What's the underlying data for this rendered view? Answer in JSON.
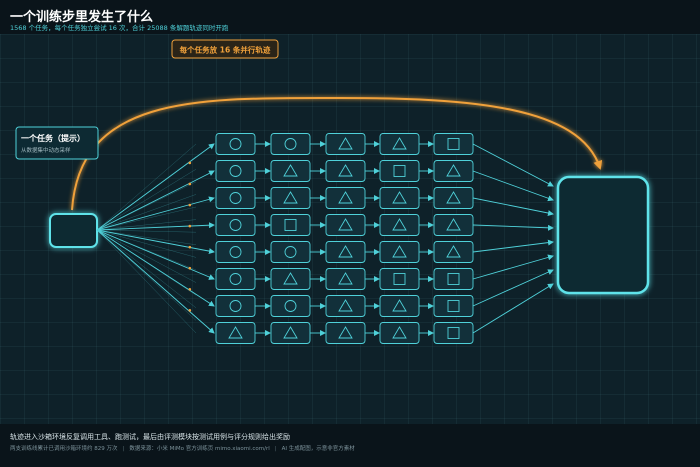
{
  "header": {
    "title": "一个训练步里发生了什么",
    "subtitle": "1568 个任务，每个任务独立尝试 16 次，合计 25088 条解题轨迹同时开跑"
  },
  "diagram": {
    "parallel_label": "每个任务放 16 条并行轨迹",
    "task_card_title": "一个任务（提示）",
    "task_card_subtitle": "从数据集中动态采样",
    "rows": [
      [
        "circle",
        "circle",
        "triangle",
        "triangle",
        "square"
      ],
      [
        "circle",
        "triangle",
        "triangle",
        "square",
        "triangle"
      ],
      [
        "circle",
        "triangle",
        "triangle",
        "triangle",
        "triangle"
      ],
      [
        "circle",
        "square",
        "triangle",
        "triangle",
        "triangle"
      ],
      [
        "circle",
        "circle",
        "triangle",
        "triangle",
        "triangle"
      ],
      [
        "circle",
        "triangle",
        "triangle",
        "square",
        "square"
      ],
      [
        "circle",
        "circle",
        "triangle",
        "triangle",
        "square"
      ],
      [
        "triangle",
        "triangle",
        "triangle",
        "triangle",
        "square"
      ]
    ],
    "colors": {
      "accent": "#4fd1d9",
      "orange": "#f0a13b",
      "node_fill": "#12303a",
      "card_bg": "#0d2a33"
    }
  },
  "footer": {
    "line1": "轨迹进入沙箱环境反复调用工具、跑测试，最后由评测模块按测试用例与评分规则给出奖励",
    "line2_a": "两支训练线累计已调用沙箱环境约 829 万次",
    "line2_b": "数据来源：小米 MiMo 官方训练页 mimo.xiaomi.com/rl",
    "line2_c": "AI 生成配图，示意非官方素材",
    "separator": "|"
  }
}
